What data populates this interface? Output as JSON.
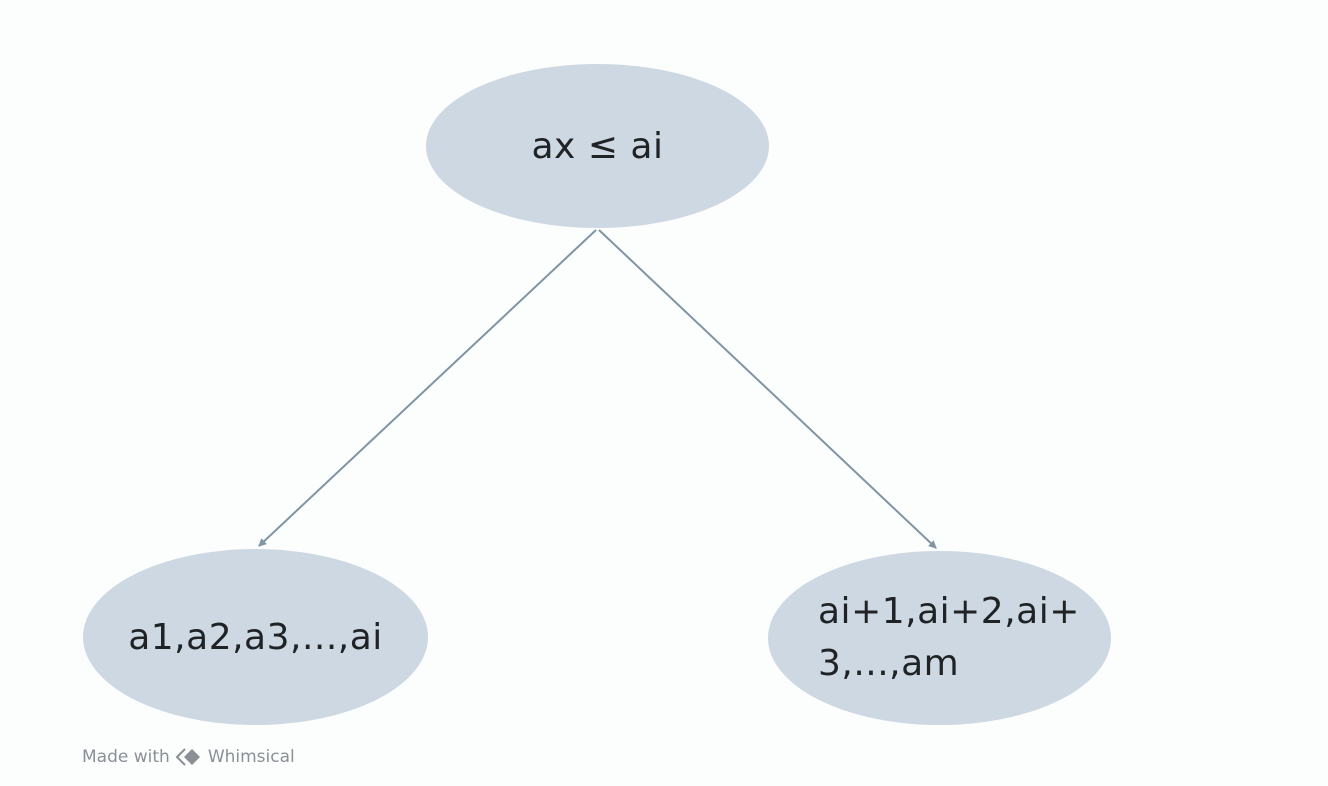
{
  "diagram": {
    "nodes": {
      "root": {
        "label": "ax ≤ ai"
      },
      "left": {
        "label": "a1,a2,a3,...,ai"
      },
      "right": {
        "label": "ai+1,ai+2,ai+\n3,...,am"
      }
    },
    "edges": [
      {
        "from": "root",
        "to": "left"
      },
      {
        "from": "root",
        "to": "right"
      }
    ],
    "colors": {
      "node_fill": "#cdd8e2",
      "edge": "#7f95a5",
      "text": "#1f2326"
    }
  },
  "footer": {
    "made_with": "Made with",
    "brand": "Whimsical",
    "logo_icon": "whimsical-diamond-icon"
  }
}
